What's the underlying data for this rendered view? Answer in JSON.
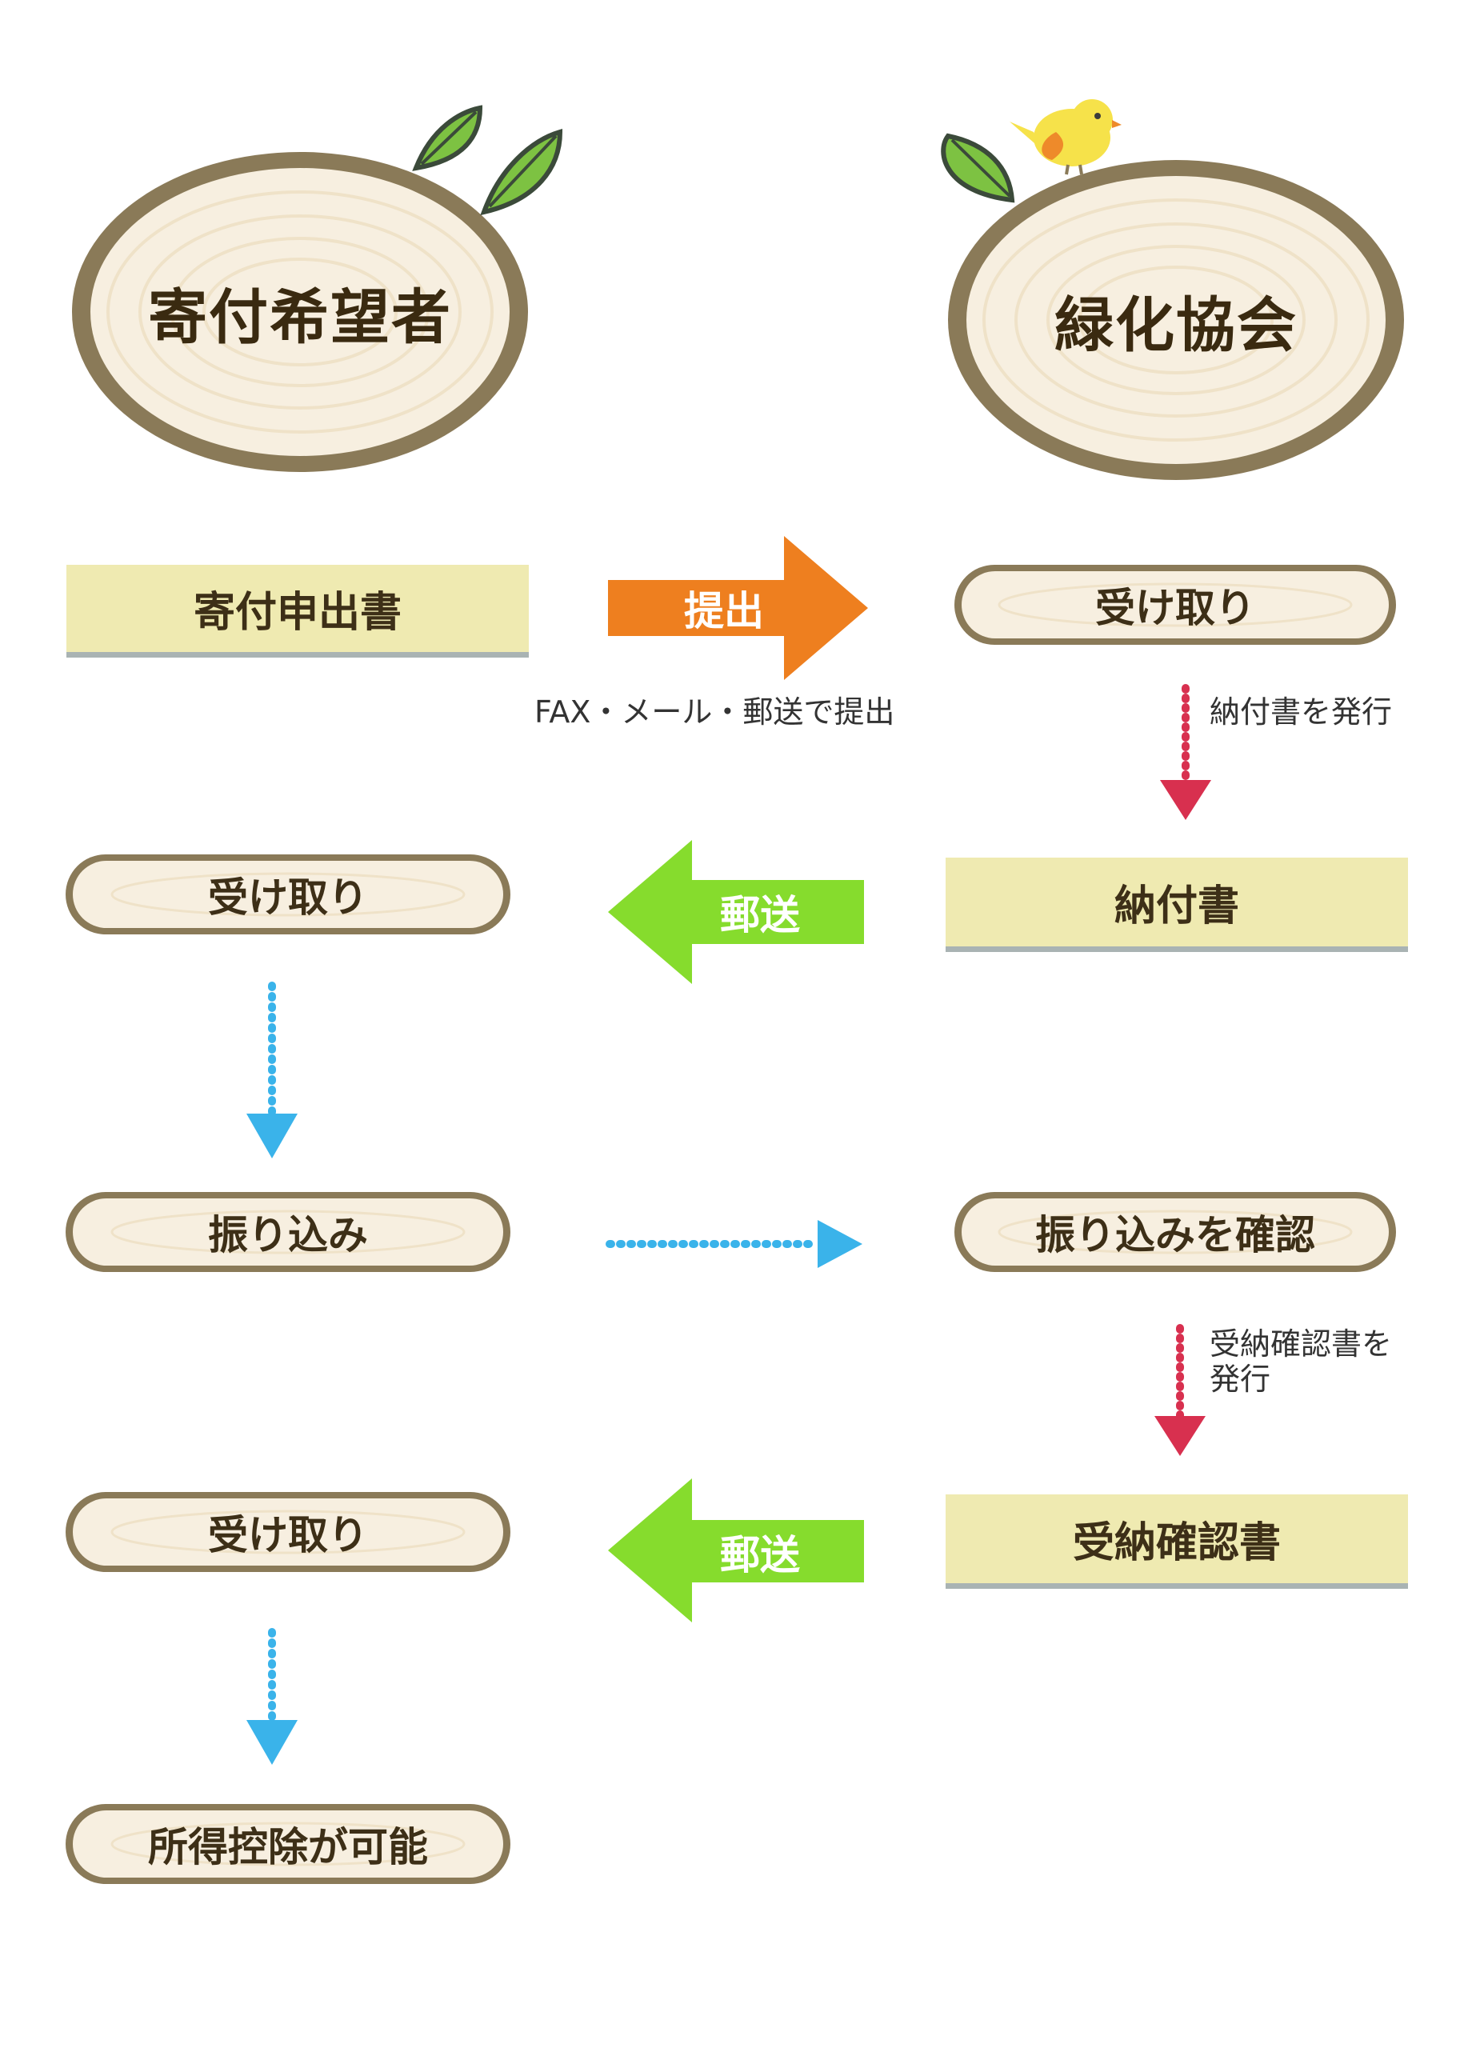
{
  "colors": {
    "wood_ring": "#8a7a58",
    "wood_fill": "#f7efe0",
    "box_fill": "#efeab1",
    "box_shadow": "#a9b3b3",
    "orange_arrow": "#ee7f1f",
    "green_arrow": "#86dc2d",
    "blue_dots": "#3ab3ea",
    "red_dots": "#d8304f",
    "leaf": "#7dc242",
    "bird": "#f6e24a"
  },
  "actors": {
    "donor": "寄付希望者",
    "association": "緑化協会"
  },
  "steps": {
    "application_form": "寄付申出書",
    "submit_arrow": "提出",
    "submit_note": "FAX・メール・郵送で提出",
    "assoc_receive": "受け取り",
    "issue_payment_note": "納付書を発行",
    "payment_slip": "納付書",
    "mail_arrow_1": "郵送",
    "donor_receive_1": "受け取り",
    "transfer": "振り込み",
    "confirm_transfer": "振り込みを確認",
    "issue_receipt_note": "受納確認書を\n発行",
    "receipt_doc": "受納確認書",
    "mail_arrow_2": "郵送",
    "donor_receive_2": "受け取り",
    "tax_deduction": "所得控除が可能"
  }
}
